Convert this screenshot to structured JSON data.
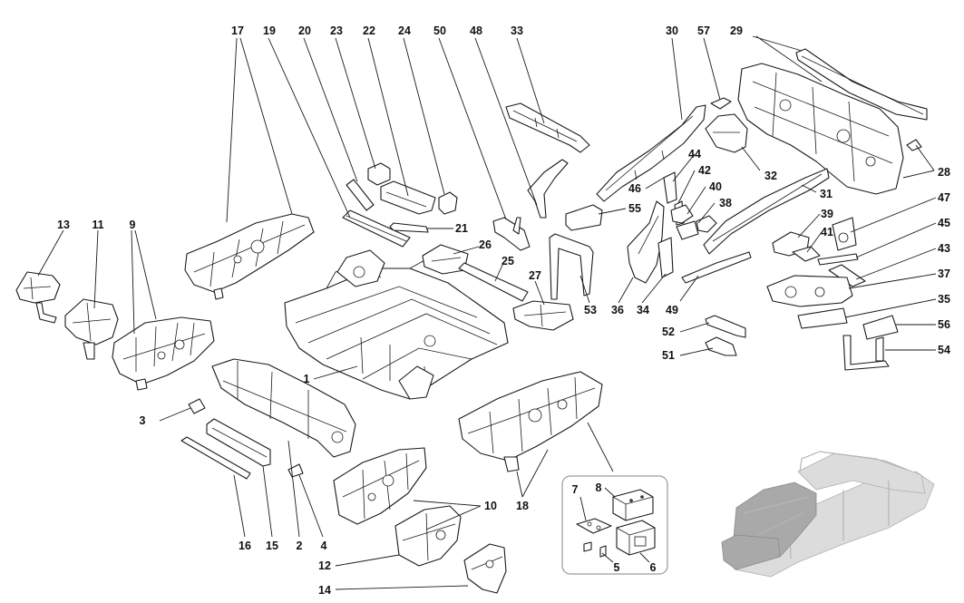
{
  "callouts": [
    {
      "id": "c17",
      "text": "17"
    },
    {
      "id": "c19",
      "text": "19"
    },
    {
      "id": "c20",
      "text": "20"
    },
    {
      "id": "c23",
      "text": "23"
    },
    {
      "id": "c22",
      "text": "22"
    },
    {
      "id": "c24",
      "text": "24"
    },
    {
      "id": "c50",
      "text": "50"
    },
    {
      "id": "c48",
      "text": "48"
    },
    {
      "id": "c33",
      "text": "33"
    },
    {
      "id": "c30",
      "text": "30"
    },
    {
      "id": "c57",
      "text": "57"
    },
    {
      "id": "c29",
      "text": "29"
    },
    {
      "id": "c13",
      "text": "13"
    },
    {
      "id": "c11",
      "text": "11"
    },
    {
      "id": "c9",
      "text": "9"
    },
    {
      "id": "c21",
      "text": "21"
    },
    {
      "id": "c26",
      "text": "26"
    },
    {
      "id": "c25",
      "text": "25"
    },
    {
      "id": "c27",
      "text": "27"
    },
    {
      "id": "c55",
      "text": "55"
    },
    {
      "id": "c53",
      "text": "53"
    },
    {
      "id": "c36",
      "text": "36"
    },
    {
      "id": "c34",
      "text": "34"
    },
    {
      "id": "c44",
      "text": "44"
    },
    {
      "id": "c46",
      "text": "46"
    },
    {
      "id": "c42",
      "text": "42"
    },
    {
      "id": "c40",
      "text": "40"
    },
    {
      "id": "c38",
      "text": "38"
    },
    {
      "id": "c32",
      "text": "32"
    },
    {
      "id": "c31",
      "text": "31"
    },
    {
      "id": "c28",
      "text": "28"
    },
    {
      "id": "c47",
      "text": "47"
    },
    {
      "id": "c39",
      "text": "39"
    },
    {
      "id": "c41",
      "text": "41"
    },
    {
      "id": "c45",
      "text": "45"
    },
    {
      "id": "c43",
      "text": "43"
    },
    {
      "id": "c37",
      "text": "37"
    },
    {
      "id": "c49",
      "text": "49"
    },
    {
      "id": "c35",
      "text": "35"
    },
    {
      "id": "c52",
      "text": "52"
    },
    {
      "id": "c56",
      "text": "56"
    },
    {
      "id": "c51",
      "text": "51"
    },
    {
      "id": "c54",
      "text": "54"
    },
    {
      "id": "c1",
      "text": "1"
    },
    {
      "id": "c3",
      "text": "3"
    },
    {
      "id": "c10",
      "text": "10"
    },
    {
      "id": "c18",
      "text": "18"
    },
    {
      "id": "c16",
      "text": "16"
    },
    {
      "id": "c15",
      "text": "15"
    },
    {
      "id": "c2",
      "text": "2"
    },
    {
      "id": "c4",
      "text": "4"
    },
    {
      "id": "c12",
      "text": "12"
    },
    {
      "id": "c14",
      "text": "14"
    },
    {
      "id": "c7",
      "text": "7"
    },
    {
      "id": "c8",
      "text": "8"
    },
    {
      "id": "c5",
      "text": "5"
    },
    {
      "id": "c6",
      "text": "6"
    }
  ]
}
